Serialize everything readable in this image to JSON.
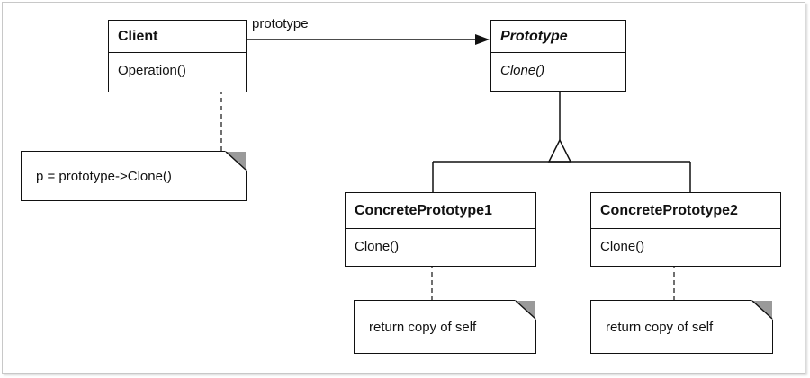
{
  "diagram": {
    "association_label": "prototype",
    "classes": {
      "client": {
        "name": "Client",
        "operation": "Operation()"
      },
      "prototype": {
        "name": "Prototype",
        "operation": "Clone()"
      },
      "concrete1": {
        "name": "ConcretePrototype1",
        "operation": "Clone()"
      },
      "concrete2": {
        "name": "ConcretePrototype2",
        "operation": "Clone()"
      }
    },
    "notes": {
      "client_note": "p = prototype->Clone()",
      "concrete1_note": "return copy of self",
      "concrete2_note": "return copy of self"
    }
  }
}
